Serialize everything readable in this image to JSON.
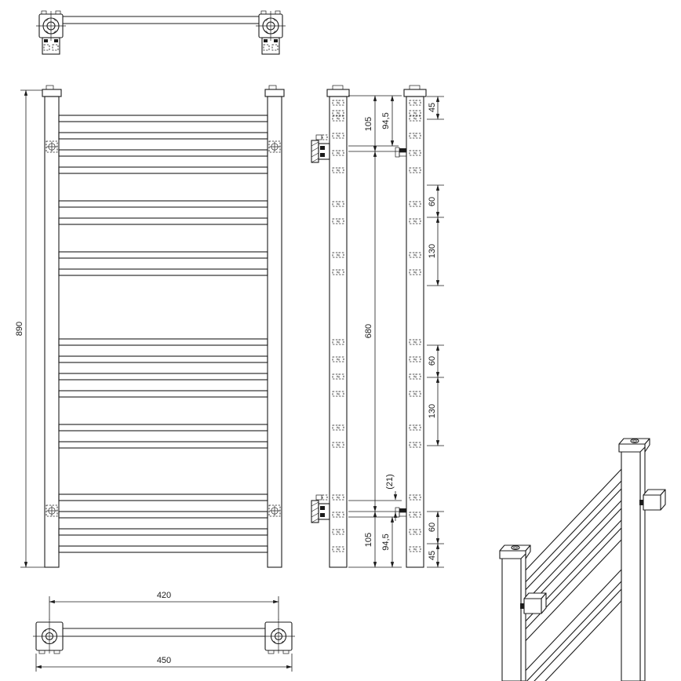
{
  "dims": {
    "front_height": "890",
    "bottom_inner": "420",
    "bottom_outer": "450",
    "side": {
      "top_105": "105",
      "span_680": "680",
      "bottom_105": "105",
      "top_945": "94,5",
      "bottom_945": "94,5",
      "gap_21": "(21)"
    },
    "chain": {
      "top_45": "45",
      "seg60_1": "60",
      "seg130_1": "130",
      "seg60_2": "60",
      "seg130_2": "130",
      "seg60_3": "60",
      "bottom_45": "45"
    }
  }
}
